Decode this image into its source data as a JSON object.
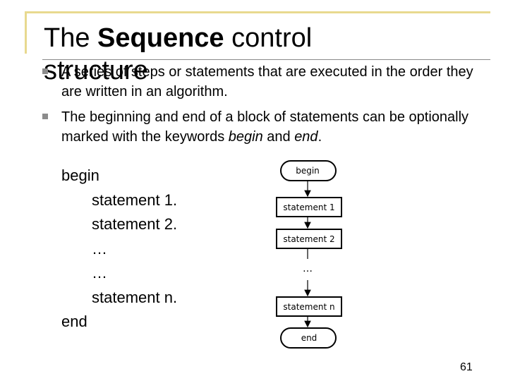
{
  "slide": {
    "title_part1": "The ",
    "title_bold": "Sequence",
    "title_part2": " control",
    "title_line2": "structure",
    "bullets": [
      "A series of steps or statements that are executed in the order they are written in an algorithm.",
      {
        "before_begin": "The beginning and end of a block of statements can be optionally marked with the keywords ",
        "keyword_begin": "begin",
        "and": " and ",
        "keyword_end": "end",
        "period": "."
      }
    ],
    "pseudocode": [
      "begin",
      "statement 1.",
      "statement 2.",
      "…",
      "…",
      "statement n.",
      "end"
    ],
    "flowchart": {
      "begin": "begin",
      "statement1": "statement 1",
      "statement2": "statement 2",
      "ellipsis": "…",
      "statementn": "statement n",
      "end": "end"
    },
    "page_number": "61"
  },
  "colors": {
    "decoration_gold": "#e8d98f",
    "bullet_gray": "#8c8c8c",
    "rule_gray": "#8a8a8a"
  }
}
